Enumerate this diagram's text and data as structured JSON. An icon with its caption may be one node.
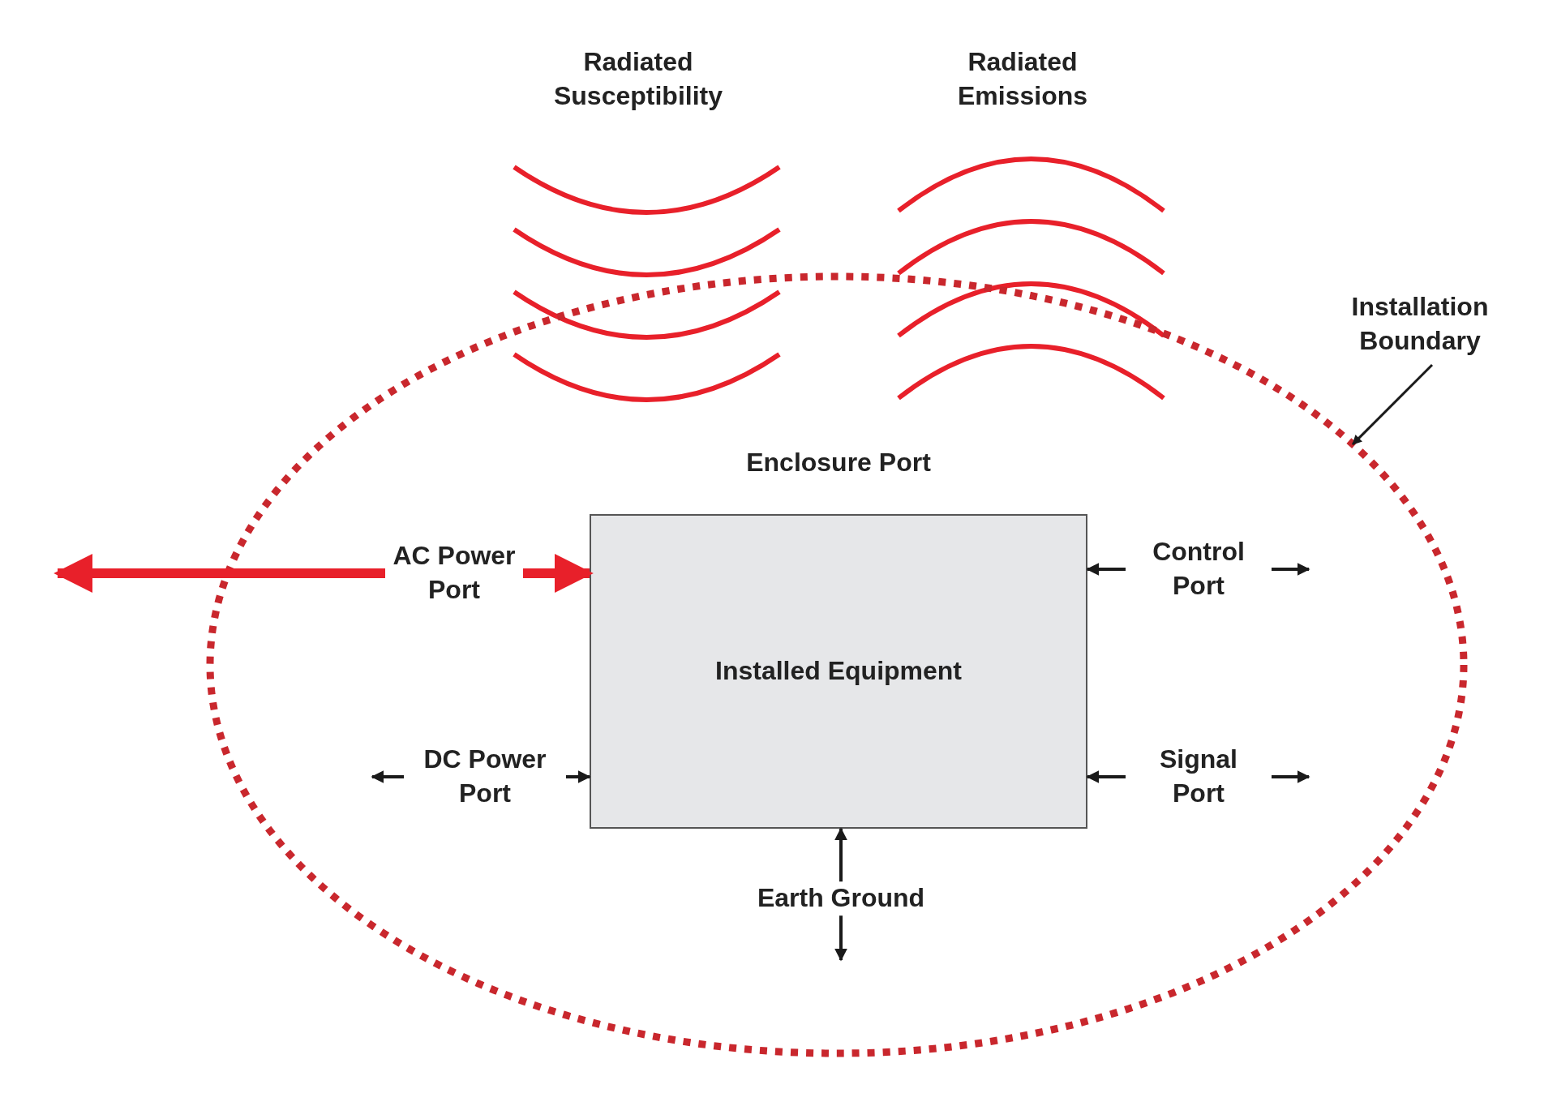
{
  "diagram": {
    "nodes": [
      {
        "text": [],
        "shape": "ellipse"
      },
      {
        "text": [
          "Installation Boundary"
        ]
      },
      {
        "text": [
          "Installed Equipment"
        ],
        "in": 0,
        "beside": [
          "Enclosure Port"
        ]
      }
    ],
    "edges": [
      {
        "from": 1,
        "to": 0,
        "arrow": "to"
      },
      {
        "from": null,
        "to": 2,
        "arrow": "both",
        "label": "AC Power Port",
        "style": "thick",
        "color": "#e8202a"
      },
      {
        "from": null,
        "to": 2,
        "arrow": "both",
        "label": "DC Power Port"
      },
      {
        "from": 2,
        "to": null,
        "arrow": "both",
        "label": "Control Port"
      },
      {
        "from": 2,
        "to": null,
        "arrow": "both",
        "label": "Signal Port"
      },
      {
        "from": 2,
        "to": null,
        "arrow": "both",
        "label": "Earth Ground"
      }
    ],
    "labels": [
      "Radiated Susceptibility",
      "Radiated Emissions"
    ]
  }
}
